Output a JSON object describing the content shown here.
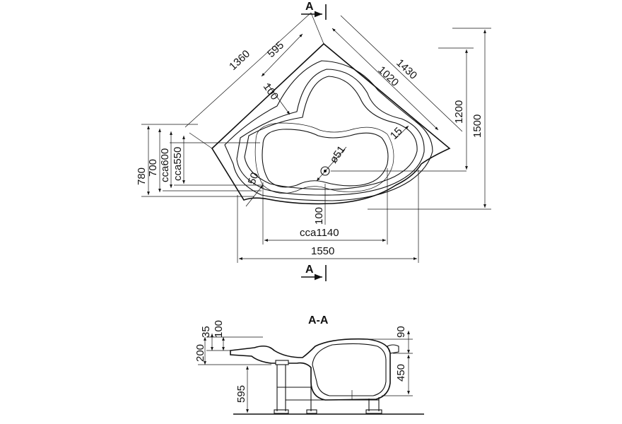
{
  "section_marker": "A",
  "section_title": "A-A",
  "top_view": {
    "d1360": "1360",
    "d595": "595",
    "d100_top": "100",
    "d1430": "1430",
    "d1020": "1020",
    "d1200": "1200",
    "d1500": "1500",
    "d15": "15",
    "d780": "780",
    "d700": "700",
    "dcca600": "cca600",
    "dcca550": "cca550",
    "d50": "50",
    "dphi51": "ø51",
    "d100_bottom": "100",
    "dcca1140": "cca1140",
    "d1550": "1550"
  },
  "side_view": {
    "d35": "35",
    "d100": "100",
    "d200": "200",
    "d595": "595",
    "d90": "90",
    "d450": "450"
  }
}
